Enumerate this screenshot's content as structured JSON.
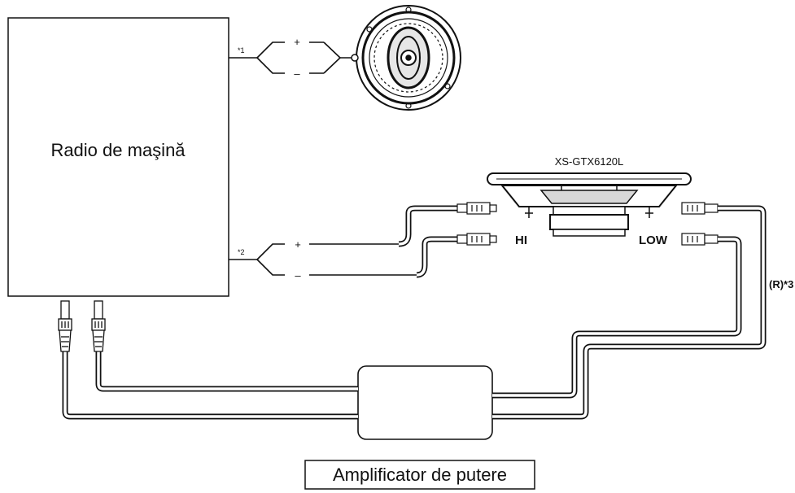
{
  "head_unit": {
    "label": "Radio de maşină"
  },
  "speaker_model": "XS-GTX6120L",
  "terminals": {
    "hi": "HI",
    "low": "LOW"
  },
  "polarity": {
    "plus": "+",
    "minus": "–"
  },
  "footnotes": {
    "n1": "*1",
    "n2": "*2",
    "n3": "(R)*3"
  },
  "amplifier": {
    "label": "Amplificator de putere"
  }
}
